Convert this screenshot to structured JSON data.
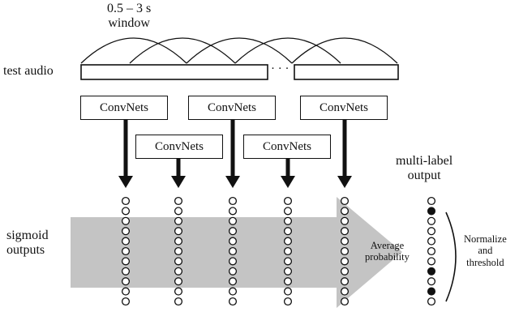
{
  "window_label": {
    "line1": "0.5 – 3 s",
    "line2": "window"
  },
  "test_audio_label": "test audio",
  "gap_marker": "· · ·",
  "convnet_label": "ConvNets",
  "sigmoid_label": {
    "line1": "sigmoid",
    "line2": "outputs"
  },
  "average_label": {
    "line1": "Average",
    "line2": "probability"
  },
  "multilabel_label": {
    "line1": "multi-label",
    "line2": "output"
  },
  "normalize_label": {
    "line1": "Normalize",
    "line2": "and",
    "line3": "threshold"
  },
  "sigmoid_columns": 5,
  "circles_per_column": 11,
  "multilabel_output": [
    0,
    1,
    0,
    0,
    0,
    0,
    0,
    1,
    0,
    1,
    0
  ],
  "colors": {
    "arrow_fill": "#c4c4c4",
    "stroke": "#111111",
    "active_circle": "#111111",
    "inactive_circle": "#ffffff"
  }
}
